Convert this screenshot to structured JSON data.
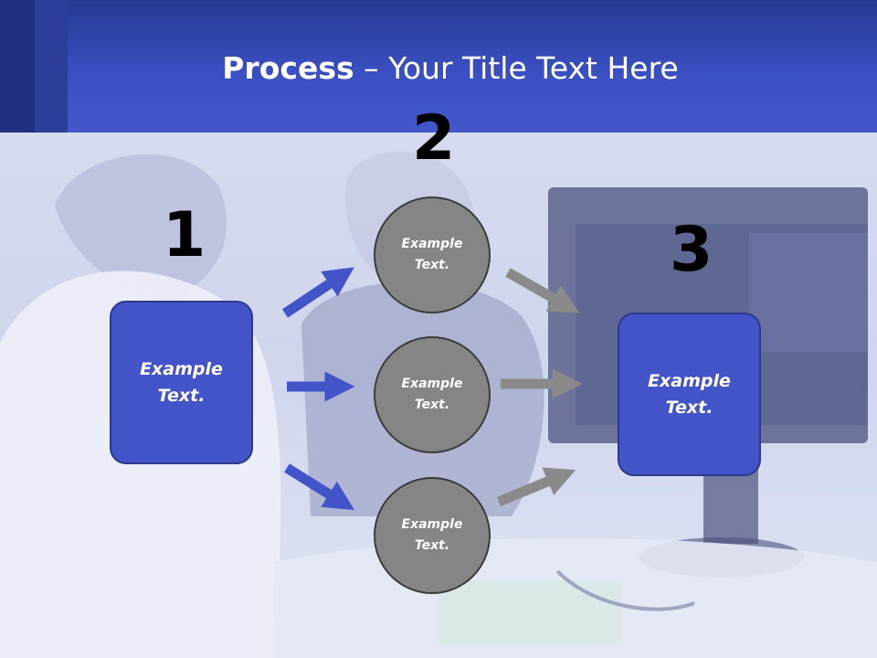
{
  "slide": {
    "title_bold": "Process",
    "title_rest": " – Your Title Text Here"
  },
  "steps": [
    {
      "number": "1",
      "text": "Example\nText."
    },
    {
      "number": "2",
      "items": [
        "Example\nText.",
        "Example\nText.",
        "Example\nText."
      ]
    },
    {
      "number": "3",
      "text": "Example\nText."
    }
  ],
  "colors": {
    "header": "#3a4fc2",
    "box_fill": "#4354c9",
    "box_border": "#2c3988",
    "circle_fill": "#858585",
    "arrow_blue": "#4354c9",
    "arrow_gray": "#8a8a8a"
  },
  "background_image": "doctor-patient-scan-photo"
}
